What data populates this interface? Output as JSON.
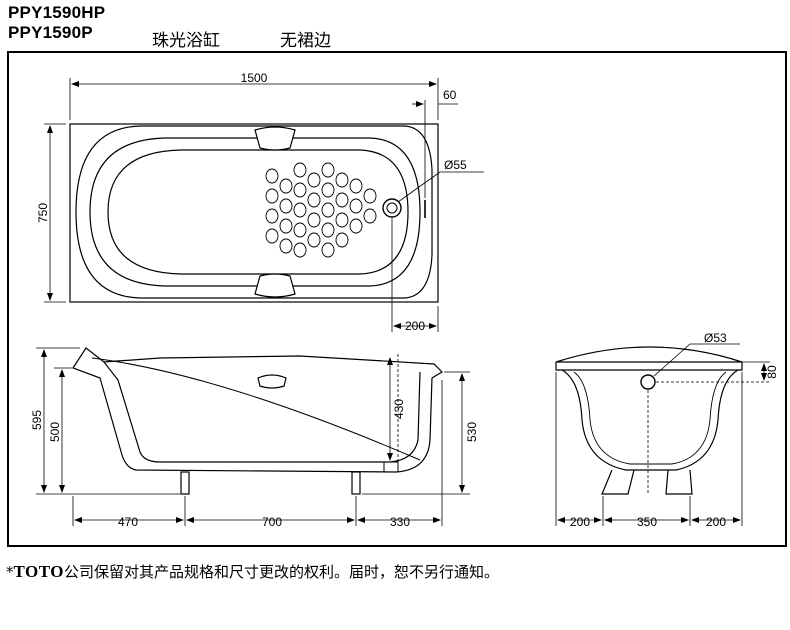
{
  "header": {
    "model_line_1": "PPY1590HP",
    "model_line_2": "PPY1590P",
    "product_name": "珠光浴缸",
    "product_type": "无裙边"
  },
  "top_view": {
    "length": "1500",
    "width": "750",
    "edge_offset": "60",
    "drain_diameter": "Ø55",
    "drain_offset": "200"
  },
  "side_view": {
    "overall_height": "595",
    "rim_height": "500",
    "depth": "430",
    "height_at_end": "530",
    "left_segment": "470",
    "middle_segment": "700",
    "right_segment": "330"
  },
  "end_view": {
    "overflow_diameter": "Ø53",
    "overflow_offset": "80",
    "left_segment": "200",
    "middle_segment": "350",
    "right_segment": "200"
  },
  "footnote": {
    "asterisk": "*",
    "brand": "TOTO",
    "text": "公司保留对其产品规格和尺寸更改的权利。届时，恕不另行通知。"
  }
}
